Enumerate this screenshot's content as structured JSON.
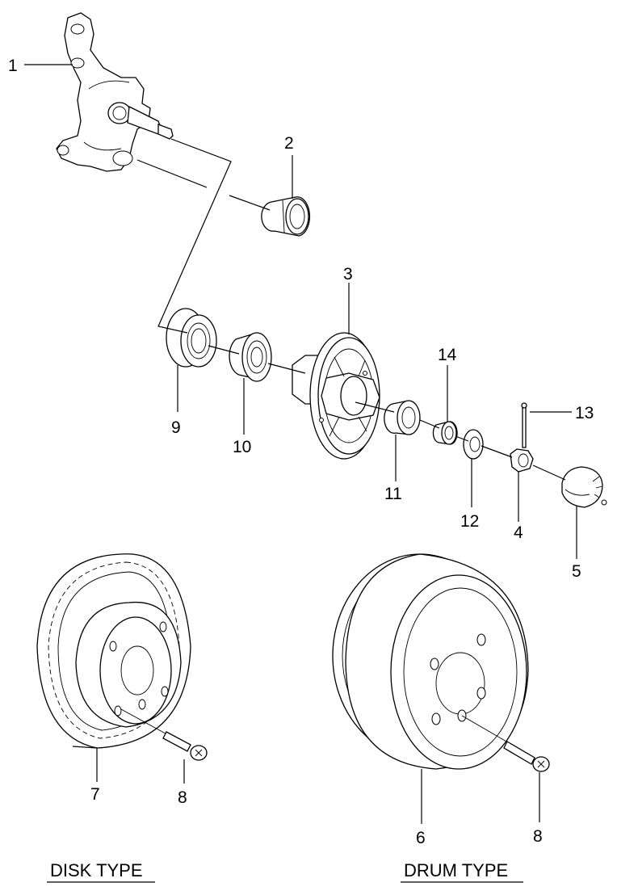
{
  "callouts": {
    "c1": "1",
    "c2": "2",
    "c3": "3",
    "c4": "4",
    "c5": "5",
    "c6": "6",
    "c7": "7",
    "c8a": "8",
    "c8b": "8",
    "c9": "9",
    "c10": "10",
    "c11": "11",
    "c12": "12",
    "c13": "13",
    "c14": "14"
  },
  "captions": {
    "disk": "DISK TYPE",
    "drum": "DRUM TYPE"
  }
}
